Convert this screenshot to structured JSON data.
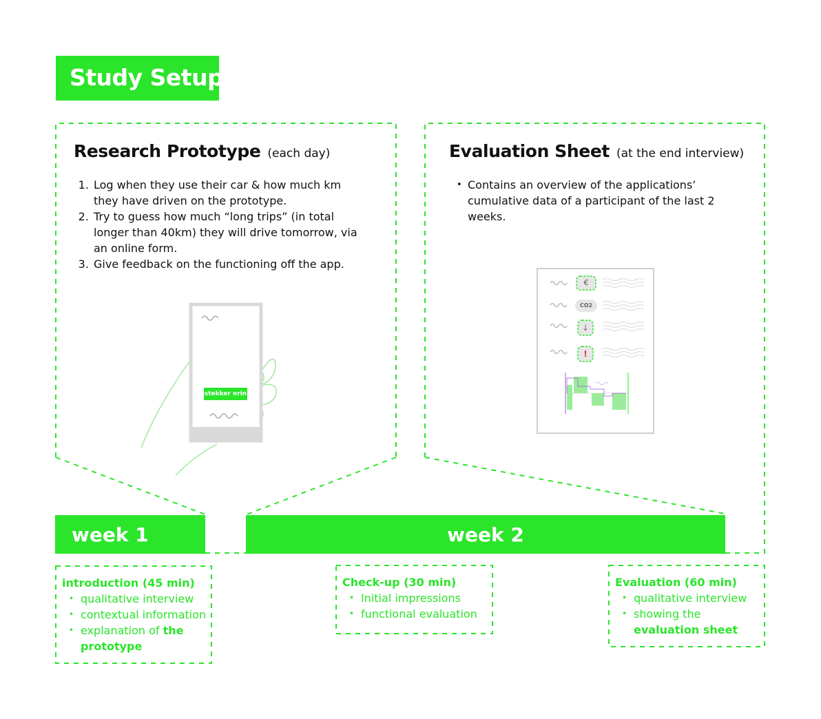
{
  "title": "Study Setup",
  "left_panel": {
    "heading": "Research Prototype",
    "subheading": "(each day)",
    "steps": [
      "Log when they use their car & how much km they have driven on the prototype.",
      "Try to guess how much “long trips” (in total longer than 40km) they will drive tomorrow, via an online form.",
      "Give feedback on the functioning off the app."
    ],
    "phone_button_label": "stekker erin"
  },
  "right_panel": {
    "heading": "Evaluation Sheet",
    "subheading": "(at the end interview)",
    "bullets": [
      "Contains an overview of the applications’ cumulative data of a participant of the last 2 weeks."
    ],
    "sheet_icons": [
      {
        "icon": "euro-icon",
        "label": "€"
      },
      {
        "icon": "co2-icon",
        "label": "CO2"
      },
      {
        "icon": "arrow-down-icon",
        "label": "↓"
      },
      {
        "icon": "alert-icon",
        "label": "!"
      }
    ]
  },
  "timeline": {
    "week1": "week 1",
    "week2": "week 2"
  },
  "sessions": {
    "intro": {
      "title": "introduction (45 min)",
      "items": [
        "qualitative interview",
        "contextual information",
        "explanation of"
      ],
      "item3_bold_1": "the",
      "item3_line2": "prototype"
    },
    "checkup": {
      "title": "Check-up (30 min)",
      "items": [
        "Initial impressions",
        "functional evaluation"
      ]
    },
    "evaluation": {
      "title": "Evaluation (60 min)",
      "items": [
        "qualitative interview",
        "showing the"
      ],
      "item2_line2": "evaluation sheet"
    }
  },
  "colors": {
    "accent": "#2ae52a",
    "sketch": "#d9d9d9",
    "purple": "#9b59d6"
  }
}
